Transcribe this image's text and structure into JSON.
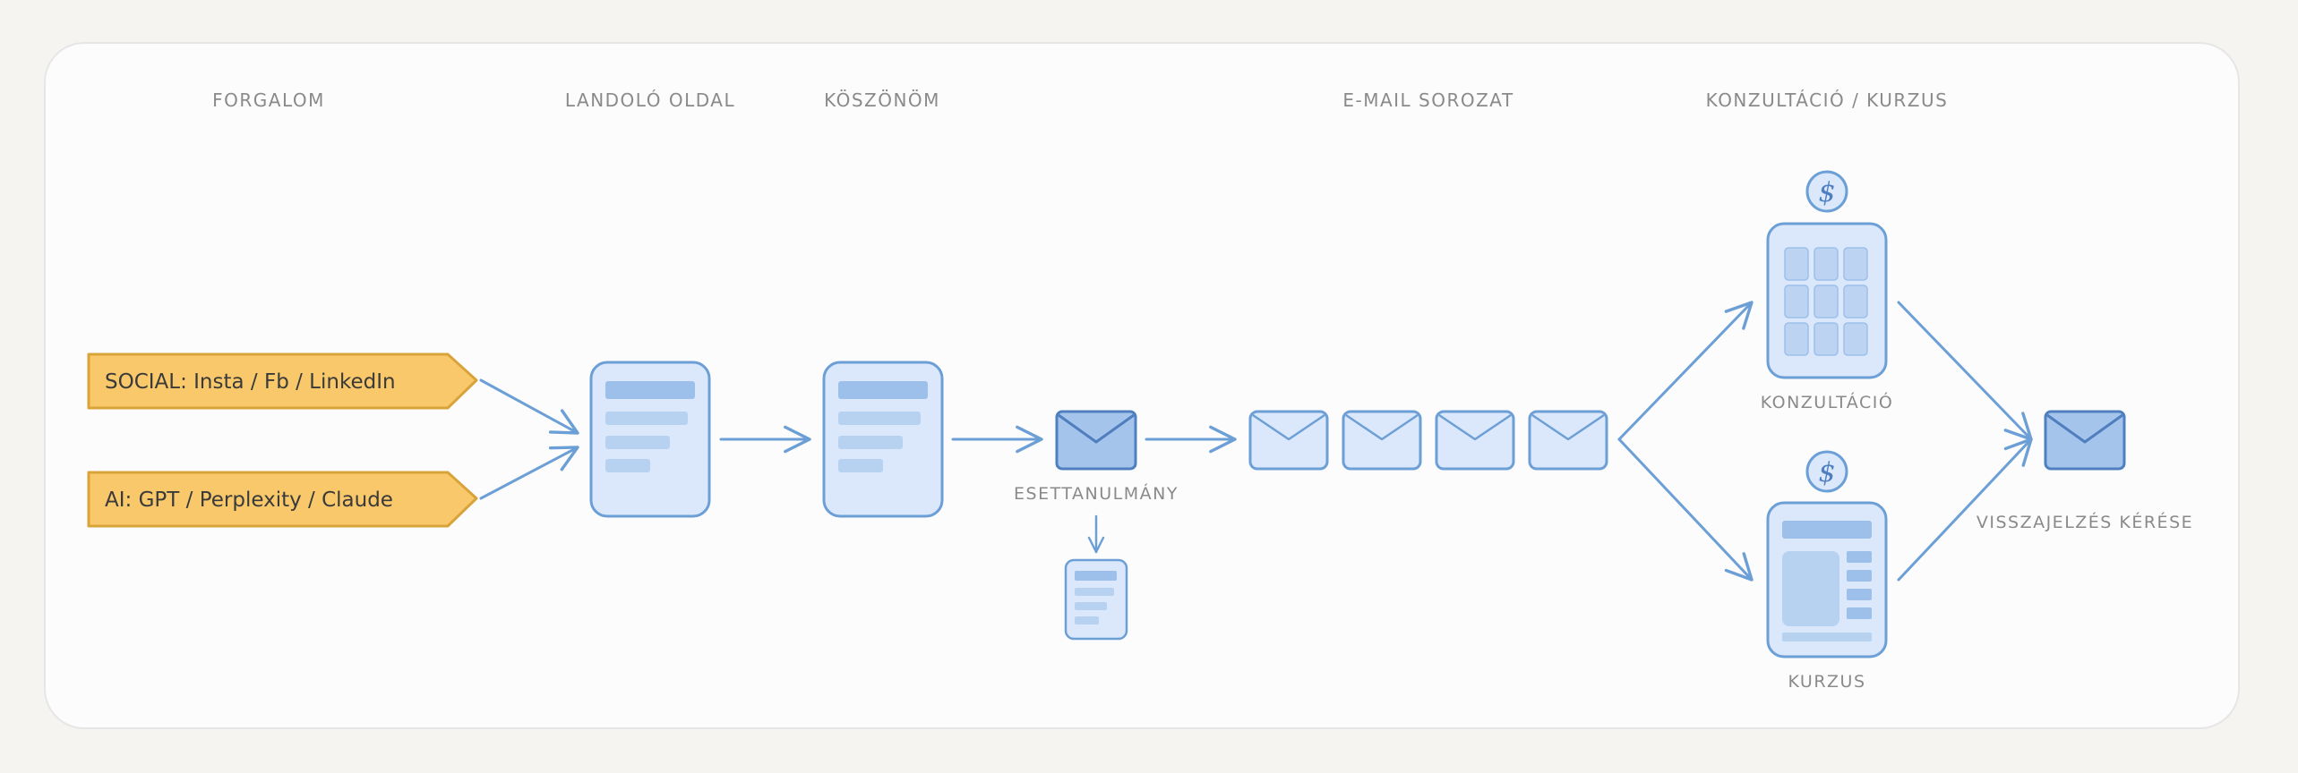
{
  "headers": {
    "traffic": "FORGALOM",
    "landing": "LANDOLÓ OLDAL",
    "thanks": "KÖSZÖNÖM",
    "email_series": "E-MAIL SOROZAT",
    "offer": "KONZULTÁCIÓ / KURZUS"
  },
  "sources": {
    "social": "SOCIAL: Insta / Fb / LinkedIn",
    "ai": "AI: GPT / Perplexity / Claude"
  },
  "labels": {
    "case_study": "ESETTANULMÁNY",
    "consultation": "KONZULTÁCIÓ",
    "course": "KURZUS",
    "feedback": "VISSZAJELZÉS KÉRÉSE"
  },
  "price_symbol": "$",
  "colors": {
    "source_fill": "#f8c86a",
    "source_stroke": "#d8a43a",
    "doc_fill": "#dbe8fb",
    "line_blue": "#6c9fd6",
    "bar_blue": "#9cc0ea",
    "envelope_dark": "#a5c4ec"
  }
}
